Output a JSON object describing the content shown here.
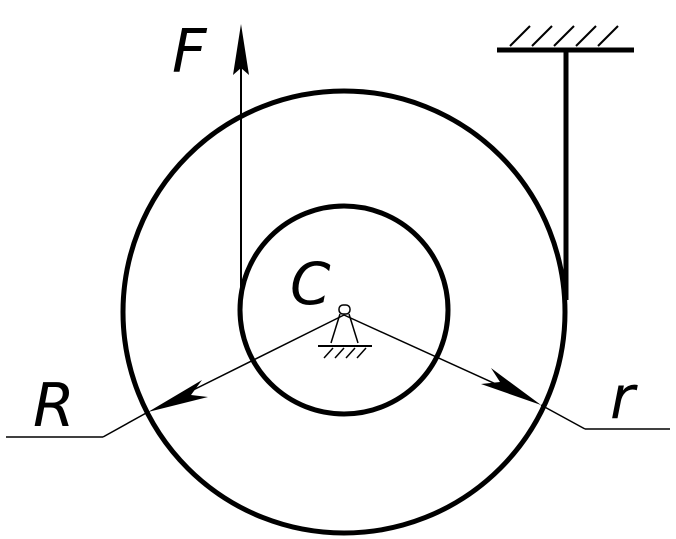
{
  "labels": {
    "force": "F",
    "center": "C",
    "outer_radius": "R",
    "inner_radius": "r"
  },
  "colors": {
    "stroke": "#000000",
    "background": "#ffffff"
  }
}
